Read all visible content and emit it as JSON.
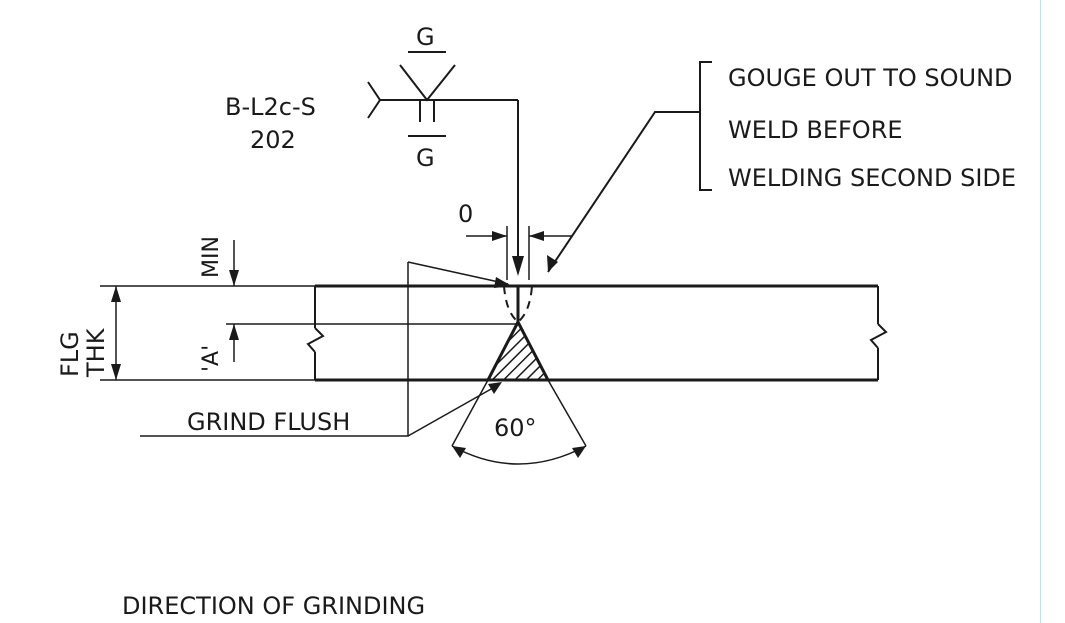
{
  "weld_symbol": {
    "reference": "B-L2c-S",
    "reference_line2": "202",
    "arrow_side_symbol": "G",
    "other_side_symbol": "G"
  },
  "note": {
    "line1": "GOUGE OUT TO SOUND",
    "line2": "WELD BEFORE",
    "line3": "WELDING SECOND SIDE"
  },
  "dimensions": {
    "root_opening": "0",
    "min_label": "MIN",
    "depth_label": "'A'",
    "flange_label_line1": "FLG",
    "flange_label_line2": "THK",
    "groove_angle": "60°"
  },
  "callouts": {
    "grind_flush": "GRIND FLUSH",
    "direction_of_grinding": "DIRECTION OF GRINDING"
  },
  "colors": {
    "ink": "#1a1a1a",
    "paper": "#ffffff",
    "edge_line": "#bfe3ec"
  }
}
